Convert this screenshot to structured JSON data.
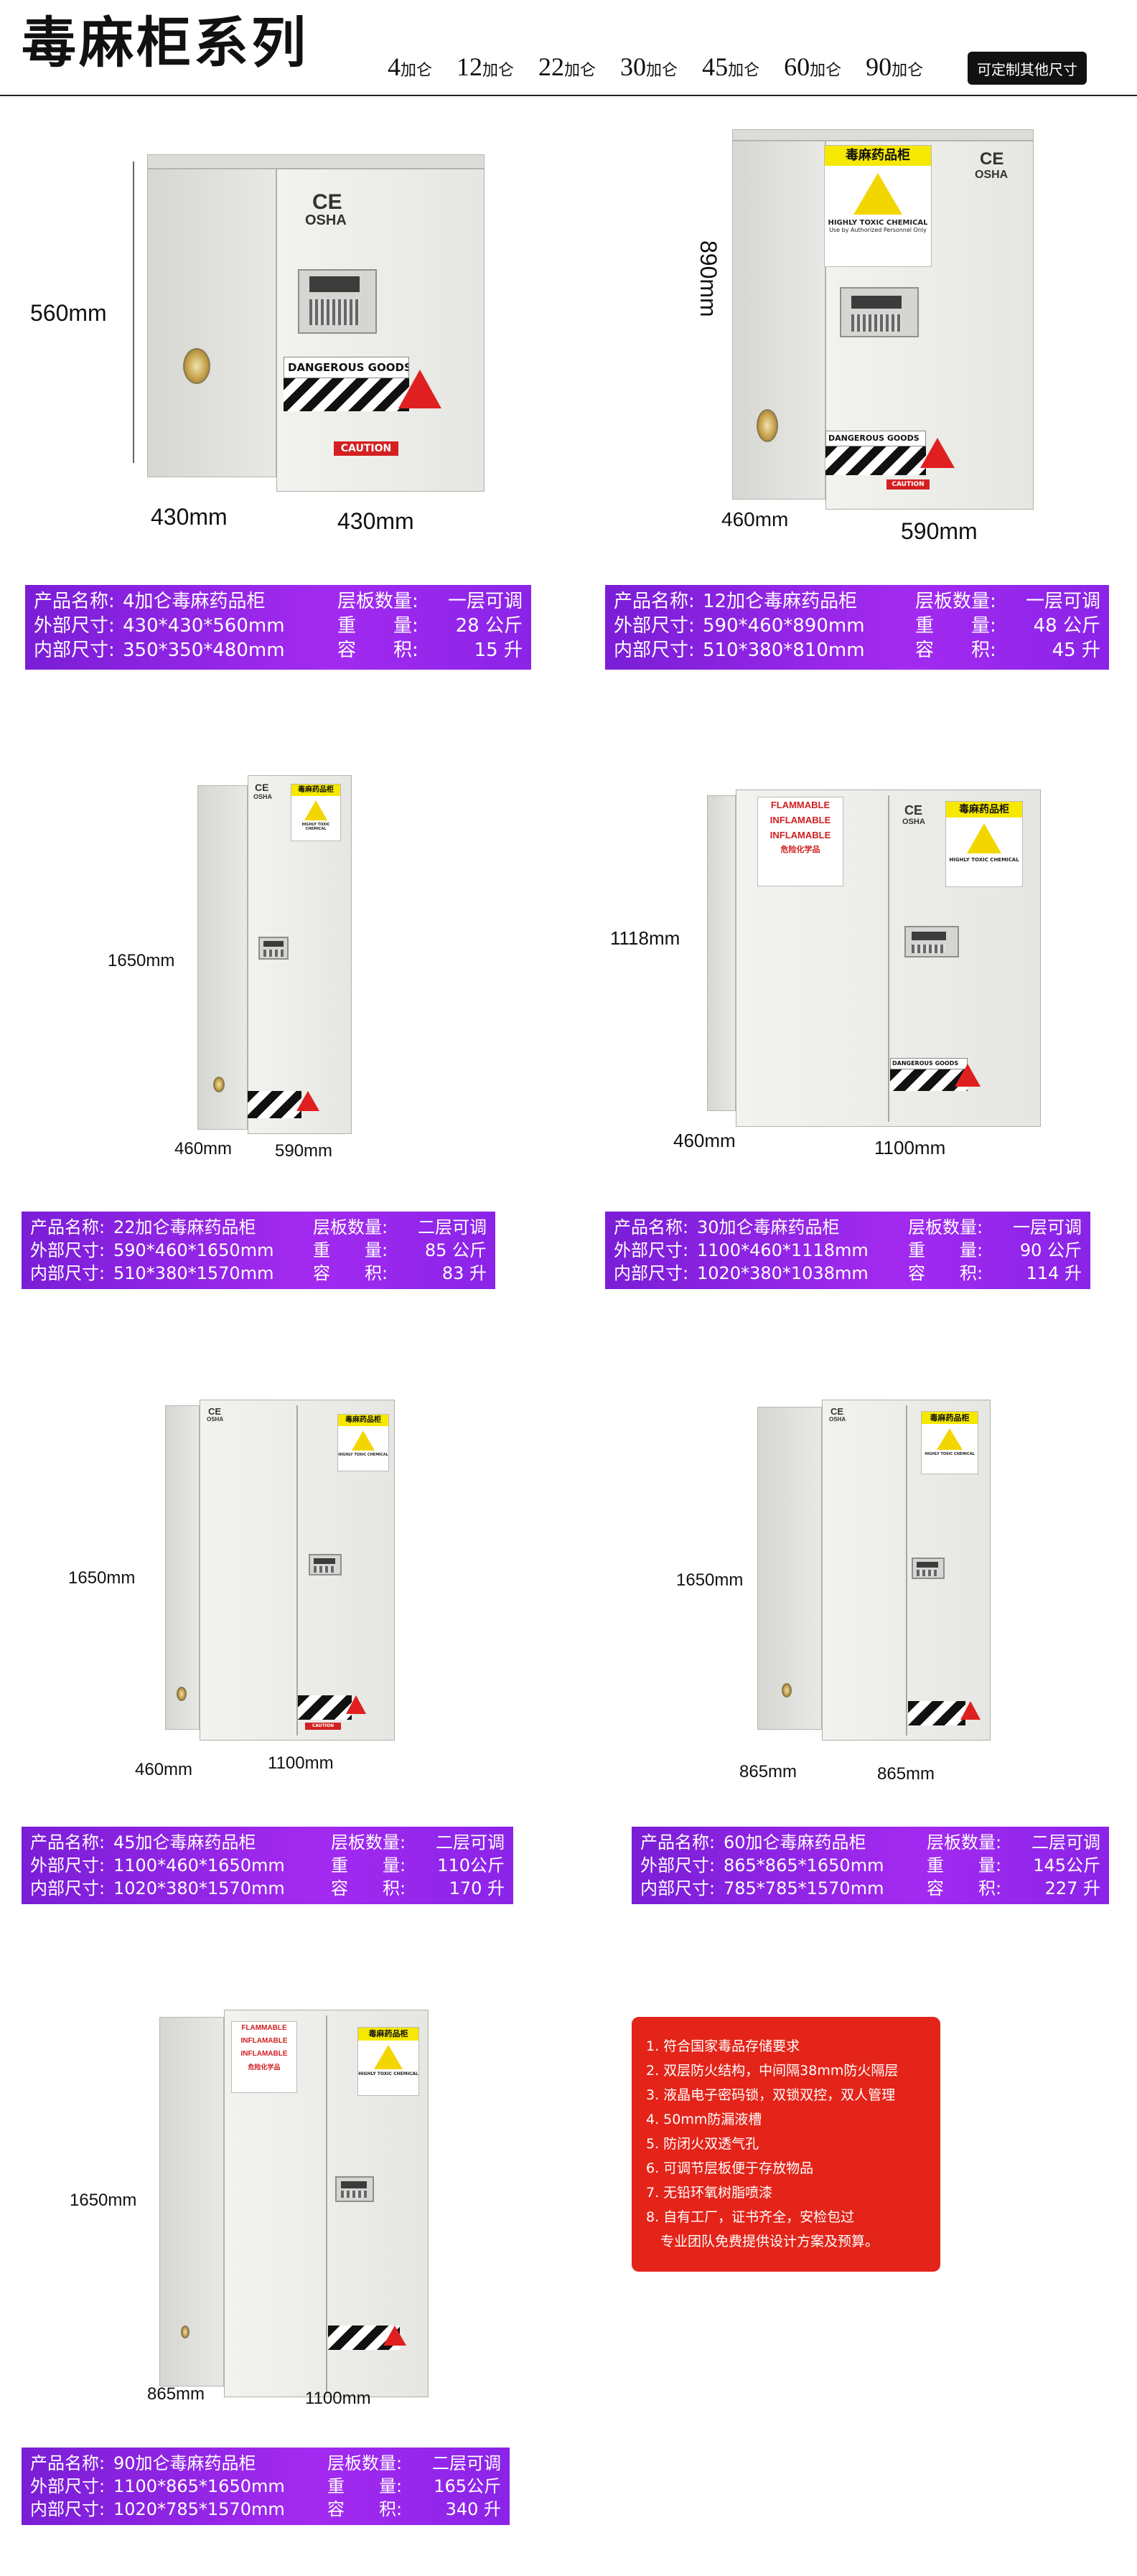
{
  "header": {
    "title": "毒麻柜系列",
    "sizes": [
      {
        "num": "4",
        "unit": "加仑"
      },
      {
        "num": "12",
        "unit": "加仑"
      },
      {
        "num": "22",
        "unit": "加仑"
      },
      {
        "num": "30",
        "unit": "加仑"
      },
      {
        "num": "45",
        "unit": "加仑"
      },
      {
        "num": "60",
        "unit": "加仑"
      },
      {
        "num": "90",
        "unit": "加仑"
      }
    ],
    "custom_button": "可定制其他尺寸"
  },
  "labels": {
    "ce": "CE",
    "osha": "OSHA",
    "toxic_title": "毒麻药品柜",
    "toxic_text": "HIGHLY TOXIC CHEMICAL",
    "toxic_sub": "Use by Authorized Personnel Only",
    "dangerous": "DANGEROUS GOODS",
    "caution": "CAUTION",
    "flammable": "FLAMMABLE",
    "inflamable": "INFLAMABLE",
    "hazard_cn": "危险化学品"
  },
  "spec_keys": {
    "name": "产品名称:",
    "outer": "外部尺寸:",
    "inner": "内部尺寸:",
    "shelves": "层板数量:",
    "weight": "重　　量:",
    "volume": "容　　积:"
  },
  "products": [
    {
      "dims": {
        "h": "560mm",
        "d": "430mm",
        "w": "430mm"
      },
      "name": "4加仑毒麻药品柜",
      "outer": "430*430*560mm",
      "inner": "350*350*480mm",
      "shelves": "一层可调",
      "weight": "28 公斤",
      "volume": "15 升"
    },
    {
      "dims": {
        "h": "890mm",
        "d": "460mm",
        "w": "590mm"
      },
      "name": "12加仑毒麻药品柜",
      "outer": "590*460*890mm",
      "inner": "510*380*810mm",
      "shelves": "一层可调",
      "weight": "48 公斤",
      "volume": "45 升"
    },
    {
      "dims": {
        "h": "1650mm",
        "d": "460mm",
        "w": "590mm"
      },
      "name": "22加仑毒麻药品柜",
      "outer": "590*460*1650mm",
      "inner": "510*380*1570mm",
      "shelves": "二层可调",
      "weight": "85 公斤",
      "volume": "83 升"
    },
    {
      "dims": {
        "h": "1118mm",
        "d": "460mm",
        "w": "1100mm"
      },
      "name": "30加仑毒麻药品柜",
      "outer": "1100*460*1118mm",
      "inner": "1020*380*1038mm",
      "shelves": "一层可调",
      "weight": "90 公斤",
      "volume": "114 升"
    },
    {
      "dims": {
        "h": "1650mm",
        "d": "460mm",
        "w": "1100mm"
      },
      "name": "45加仑毒麻药品柜",
      "outer": "1100*460*1650mm",
      "inner": "1020*380*1570mm",
      "shelves": "二层可调",
      "weight": "110公斤",
      "volume": "170 升"
    },
    {
      "dims": {
        "h": "1650mm",
        "d": "865mm",
        "w": "865mm"
      },
      "name": "60加仑毒麻药品柜",
      "outer": "865*865*1650mm",
      "inner": "785*785*1570mm",
      "shelves": "二层可调",
      "weight": "145公斤",
      "volume": "227 升"
    },
    {
      "dims": {
        "h": "1650mm",
        "d": "865mm",
        "w": "1100mm"
      },
      "name": "90加仑毒麻药品柜",
      "outer": "1100*865*1650mm",
      "inner": "1020*785*1570mm",
      "shelves": "二层可调",
      "weight": "165公斤",
      "volume": "340 升"
    }
  ],
  "features": [
    "1. 符合国家毒品存储要求",
    "2. 双层防火结构，中间隔38mm防火隔层",
    "3. 液晶电子密码锁，双锁双控，双人管理",
    "4. 50mm防漏液槽",
    "5. 防闭火双透气孔",
    "6. 可调节层板便于存放物品",
    "7. 无铅环氧树脂喷漆",
    "8. 自有工厂，证书齐全，安检包过",
    "专业团队免费提供设计方案及预算。"
  ]
}
